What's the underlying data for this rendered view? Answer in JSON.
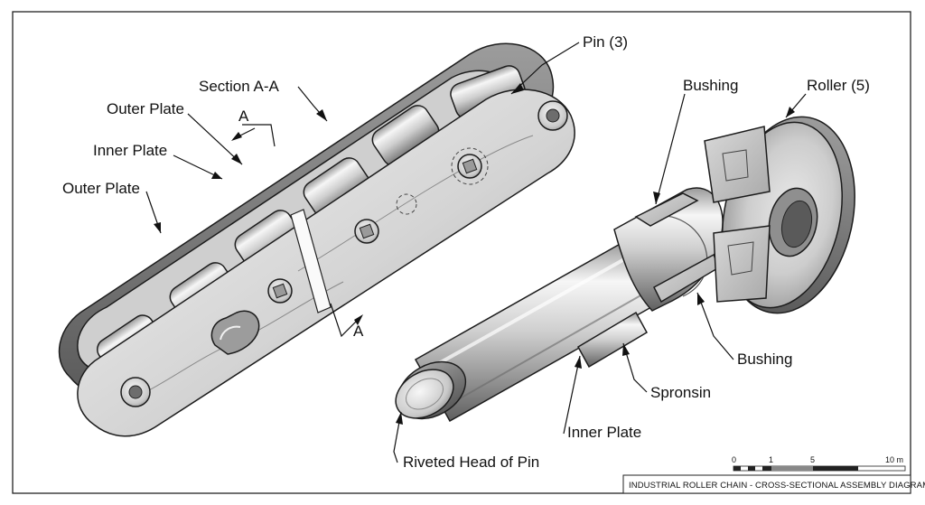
{
  "labels": {
    "pin": "Pin (3)",
    "section": "Section A-A",
    "outer_plate_top": "Outer Plate",
    "inner_plate_left": "Inner Plate",
    "outer_plate_left": "Outer Plate",
    "section_mark_top": "A",
    "section_mark_bottom": "A",
    "bushing_top": "Bushing",
    "roller": "Roller (5)",
    "bushing_right": "Bushing",
    "spronsin": "Spronsin",
    "inner_plate_bottom": "Inner Plate",
    "riveted_head": "Riveted Head of Pin"
  },
  "scale_bar": {
    "ticks": [
      "0",
      "1",
      "5",
      "10 m"
    ]
  },
  "title_block": {
    "text": "INDUSTRIAL ROLLER CHAIN - CROSS-SECTIONAL ASSEMBLY DIAGRAM"
  },
  "colors": {
    "metal_light": "#f2f2f2",
    "metal_mid": "#bdbdbd",
    "metal_dark": "#7a7a7a",
    "ink": "#1c1c1c"
  }
}
